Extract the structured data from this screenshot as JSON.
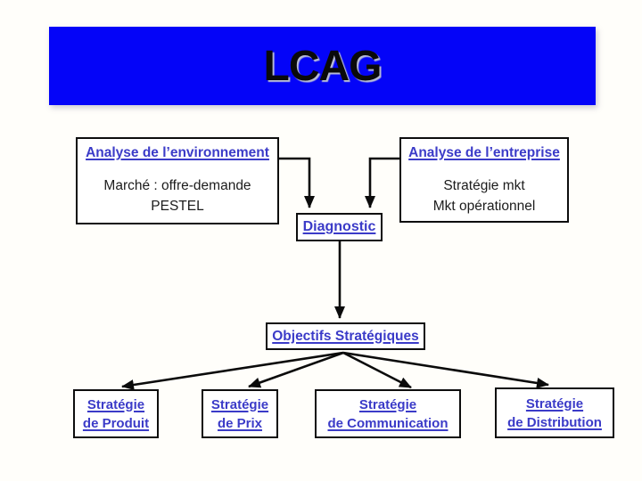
{
  "slide": {
    "title": "LCAG",
    "colors": {
      "banner_blue": "#0404f8",
      "heading_blue": "#3b3bc8",
      "border_black": "#0d0d0d",
      "background": "#fffefa"
    },
    "environment_box": {
      "heading": "Analyse de l’environnement",
      "lines": [
        "Marché : offre-demande",
        "PESTEL"
      ]
    },
    "enterprise_box": {
      "heading": "Analyse de l’entreprise",
      "lines": [
        "Stratégie mkt",
        "Mkt opérationnel"
      ]
    },
    "diagnostic_box": {
      "heading": "Diagnostic"
    },
    "objectives_box": {
      "heading": "Objectifs Stratégiques"
    },
    "strategy_boxes": [
      {
        "line1": "Stratégie",
        "line2": "de Produit"
      },
      {
        "line1": "Stratégie",
        "line2": "de Prix"
      },
      {
        "line1": "Stratégie",
        "line2": "de Communication"
      },
      {
        "line1": "Stratégie",
        "line2": "de Distribution"
      }
    ]
  }
}
